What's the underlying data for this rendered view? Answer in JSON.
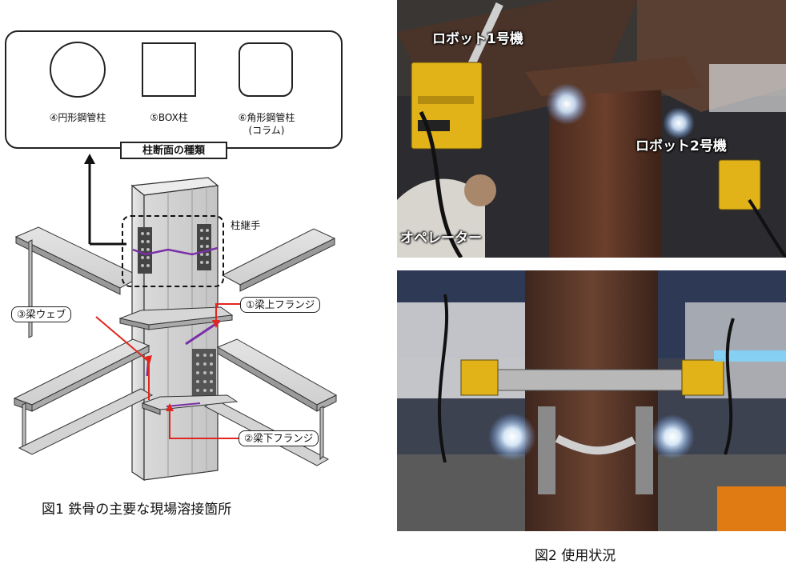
{
  "figure1": {
    "caption": "図1  鉄骨の主要な現場溶接箇所",
    "section_box_title": "柱断面の種類",
    "sections": [
      {
        "label": "④円形鋼管柱",
        "sublabel": "",
        "shape": "circle"
      },
      {
        "label": "⑤BOX柱",
        "sublabel": "",
        "shape": "square"
      },
      {
        "label": "⑥角形鋼管柱",
        "sublabel": "(コラム)",
        "shape": "rounded-square"
      }
    ],
    "callouts": {
      "column_joint": "柱継手",
      "beam_top_flange": "①梁上フランジ",
      "beam_web": "③梁ウェブ",
      "beam_bottom_flange": "②梁下フランジ"
    },
    "colors": {
      "weld_line": "#7a2fa8",
      "leader": "#e0261e"
    }
  },
  "figure2": {
    "caption": "図2  使用状況",
    "top_photo_labels": {
      "robot1": "ロボット1号機",
      "robot2": "ロボット2号機",
      "operator": "オペレーター"
    }
  }
}
